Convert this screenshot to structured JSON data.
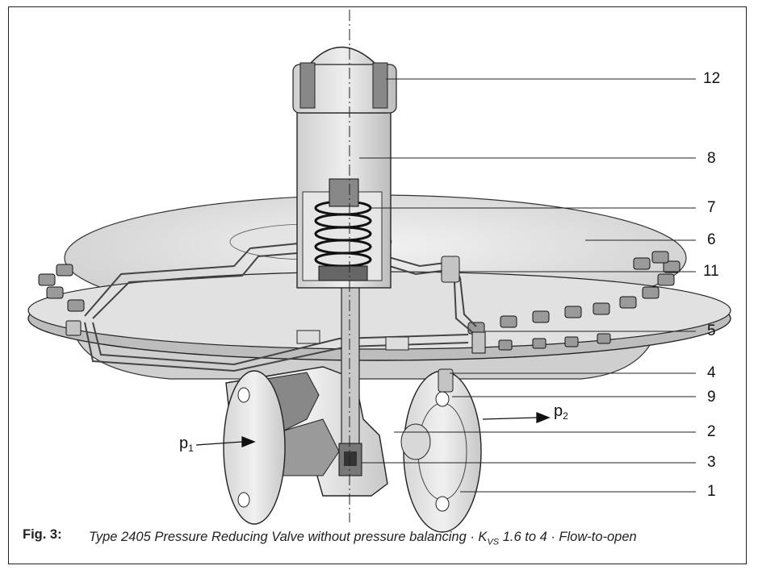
{
  "callouts": [
    "12",
    "8",
    "7",
    "6",
    "11",
    "5",
    "4",
    "9",
    "2",
    "3",
    "1"
  ],
  "pressures": {
    "inlet": "p",
    "inlet_sub": "1",
    "outlet": "p",
    "outlet_sub": "2"
  },
  "caption": {
    "label": "Fig. 3:",
    "text_a": "Type 2405 Pressure Reducing Valve without pressure balancing · K",
    "text_sub": "VS",
    "text_b": " 1.6 to 4 · Flow-to-open"
  }
}
